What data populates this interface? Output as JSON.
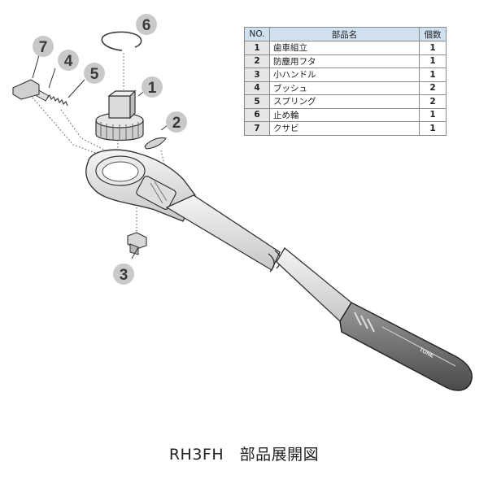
{
  "table": {
    "headers": {
      "no": "NO.",
      "name": "部品名",
      "qty": "個数"
    },
    "rows": [
      {
        "no": "1",
        "name": "歯車組立",
        "qty": "1"
      },
      {
        "no": "2",
        "name": "防塵用フタ",
        "qty": "1"
      },
      {
        "no": "3",
        "name": "小ハンドル",
        "qty": "1"
      },
      {
        "no": "4",
        "name": "ブッシュ",
        "qty": "2"
      },
      {
        "no": "5",
        "name": "スプリング",
        "qty": "2"
      },
      {
        "no": "6",
        "name": "止め輪",
        "qty": "1"
      },
      {
        "no": "7",
        "name": "クサビ",
        "qty": "1"
      }
    ]
  },
  "callouts": [
    "1",
    "2",
    "3",
    "4",
    "5",
    "6",
    "7"
  ],
  "brand_mark": "TONE",
  "caption": "RH3FH　部品展開図"
}
